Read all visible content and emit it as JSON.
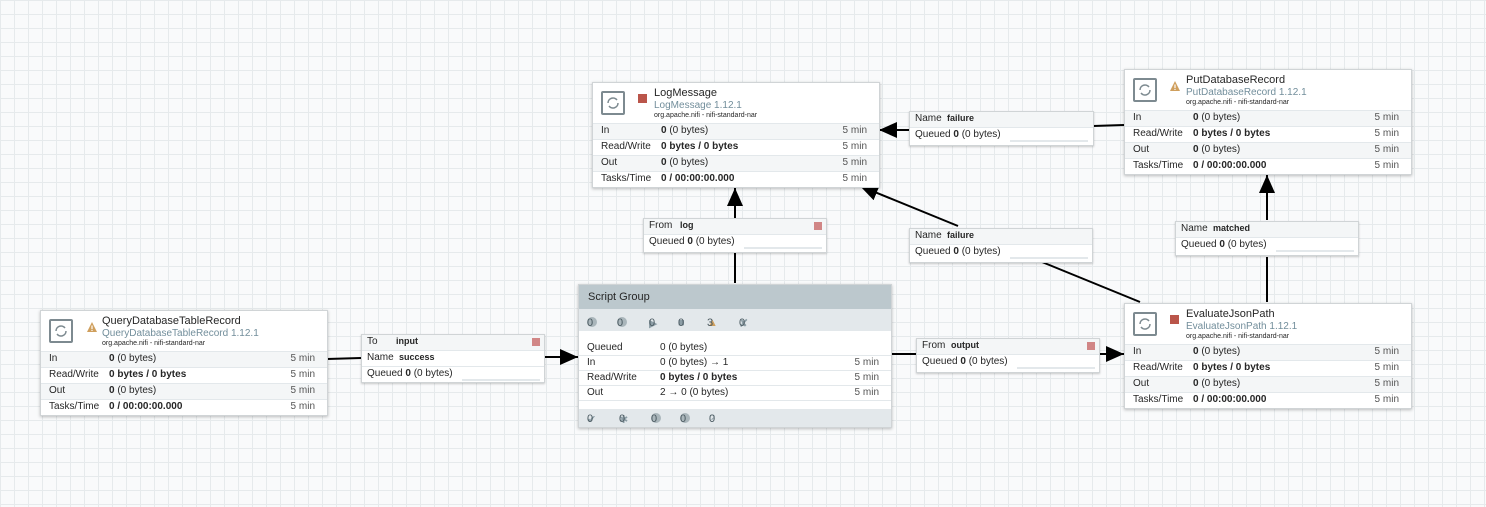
{
  "processors": {
    "query": {
      "name": "QueryDatabaseTableRecord",
      "type": "QueryDatabaseTableRecord 1.12.1",
      "bundle": "org.apache.nifi - nifi-standard-nar",
      "status": "invalid",
      "in_label": "In",
      "in_val": "0",
      "in_bytes": "(0 bytes)",
      "in_time": "5 min",
      "rw_label": "Read/Write",
      "rw_val": "0 bytes / 0 bytes",
      "rw_time": "5 min",
      "out_label": "Out",
      "out_val": "0",
      "out_bytes": "(0 bytes)",
      "out_time": "5 min",
      "tasks_label": "Tasks/Time",
      "tasks_val": "0 / 00:00:00.000",
      "tasks_time": "5 min"
    },
    "log": {
      "name": "LogMessage",
      "type": "LogMessage 1.12.1",
      "bundle": "org.apache.nifi - nifi-standard-nar",
      "status": "stopped",
      "in_label": "In",
      "in_val": "0",
      "in_bytes": "(0 bytes)",
      "in_time": "5 min",
      "rw_label": "Read/Write",
      "rw_val": "0 bytes / 0 bytes",
      "rw_time": "5 min",
      "out_label": "Out",
      "out_val": "0",
      "out_bytes": "(0 bytes)",
      "out_time": "5 min",
      "tasks_label": "Tasks/Time",
      "tasks_val": "0 / 00:00:00.000",
      "tasks_time": "5 min"
    },
    "put": {
      "name": "PutDatabaseRecord",
      "type": "PutDatabaseRecord 1.12.1",
      "bundle": "org.apache.nifi - nifi-standard-nar",
      "status": "invalid",
      "in_label": "In",
      "in_val": "0",
      "in_bytes": "(0 bytes)",
      "in_time": "5 min",
      "rw_label": "Read/Write",
      "rw_val": "0 bytes / 0 bytes",
      "rw_time": "5 min",
      "out_label": "Out",
      "out_val": "0",
      "out_bytes": "(0 bytes)",
      "out_time": "5 min",
      "tasks_label": "Tasks/Time",
      "tasks_val": "0 / 00:00:00.000",
      "tasks_time": "5 min"
    },
    "eval": {
      "name": "EvaluateJsonPath",
      "type": "EvaluateJsonPath 1.12.1",
      "bundle": "org.apache.nifi - nifi-standard-nar",
      "status": "stopped",
      "in_label": "In",
      "in_val": "0",
      "in_bytes": "(0 bytes)",
      "in_time": "5 min",
      "rw_label": "Read/Write",
      "rw_val": "0 bytes / 0 bytes",
      "rw_time": "5 min",
      "out_label": "Out",
      "out_val": "0",
      "out_bytes": "(0 bytes)",
      "out_time": "5 min",
      "tasks_label": "Tasks/Time",
      "tasks_val": "0 / 00:00:00.000",
      "tasks_time": "5 min"
    }
  },
  "connections": {
    "to_input": {
      "k1": "To",
      "v1": "input",
      "k2": "Name",
      "v2": "success",
      "q": "Queued",
      "qv": "0",
      "qb": "(0 bytes)"
    },
    "from_log": {
      "k1": "From",
      "v1": "log",
      "q": "Queued",
      "qv": "0",
      "qb": "(0 bytes)"
    },
    "failure_top": {
      "k1": "Name",
      "v1": "failure",
      "q": "Queued",
      "qv": "0",
      "qb": "(0 bytes)"
    },
    "failure_mid": {
      "k1": "Name",
      "v1": "failure",
      "q": "Queued",
      "qv": "0",
      "qb": "(0 bytes)"
    },
    "matched": {
      "k1": "Name",
      "v1": "matched",
      "q": "Queued",
      "qv": "0",
      "qb": "(0 bytes)"
    },
    "from_output": {
      "k1": "From",
      "v1": "output",
      "q": "Queued",
      "qv": "0",
      "qb": "(0 bytes)"
    }
  },
  "group": {
    "name": "Script Group",
    "transmitting": "0",
    "not_transmitting": "0",
    "running": "0",
    "stopped": "0",
    "invalid": "3",
    "disabled": "0",
    "queued_label": "Queued",
    "queued_val": "0 (0 bytes)",
    "in_label": "In",
    "in_val": "0 (0 bytes) → 1",
    "in_time": "5 min",
    "rw_label": "Read/Write",
    "rw_val": "0 bytes / 0 bytes",
    "rw_time": "5 min",
    "out_label": "Out",
    "out_val": "2 → 0 (0 bytes)",
    "out_time": "5 min",
    "up_to_date": "0",
    "locally_modified": "0",
    "stale": "0",
    "sync_failure": "0",
    "unknown": "0"
  },
  "colors": {
    "stopped": "#ba554a",
    "warning": "#cf9f5d",
    "canvas": "#f9fafb",
    "group_header": "#bcc8cd"
  }
}
